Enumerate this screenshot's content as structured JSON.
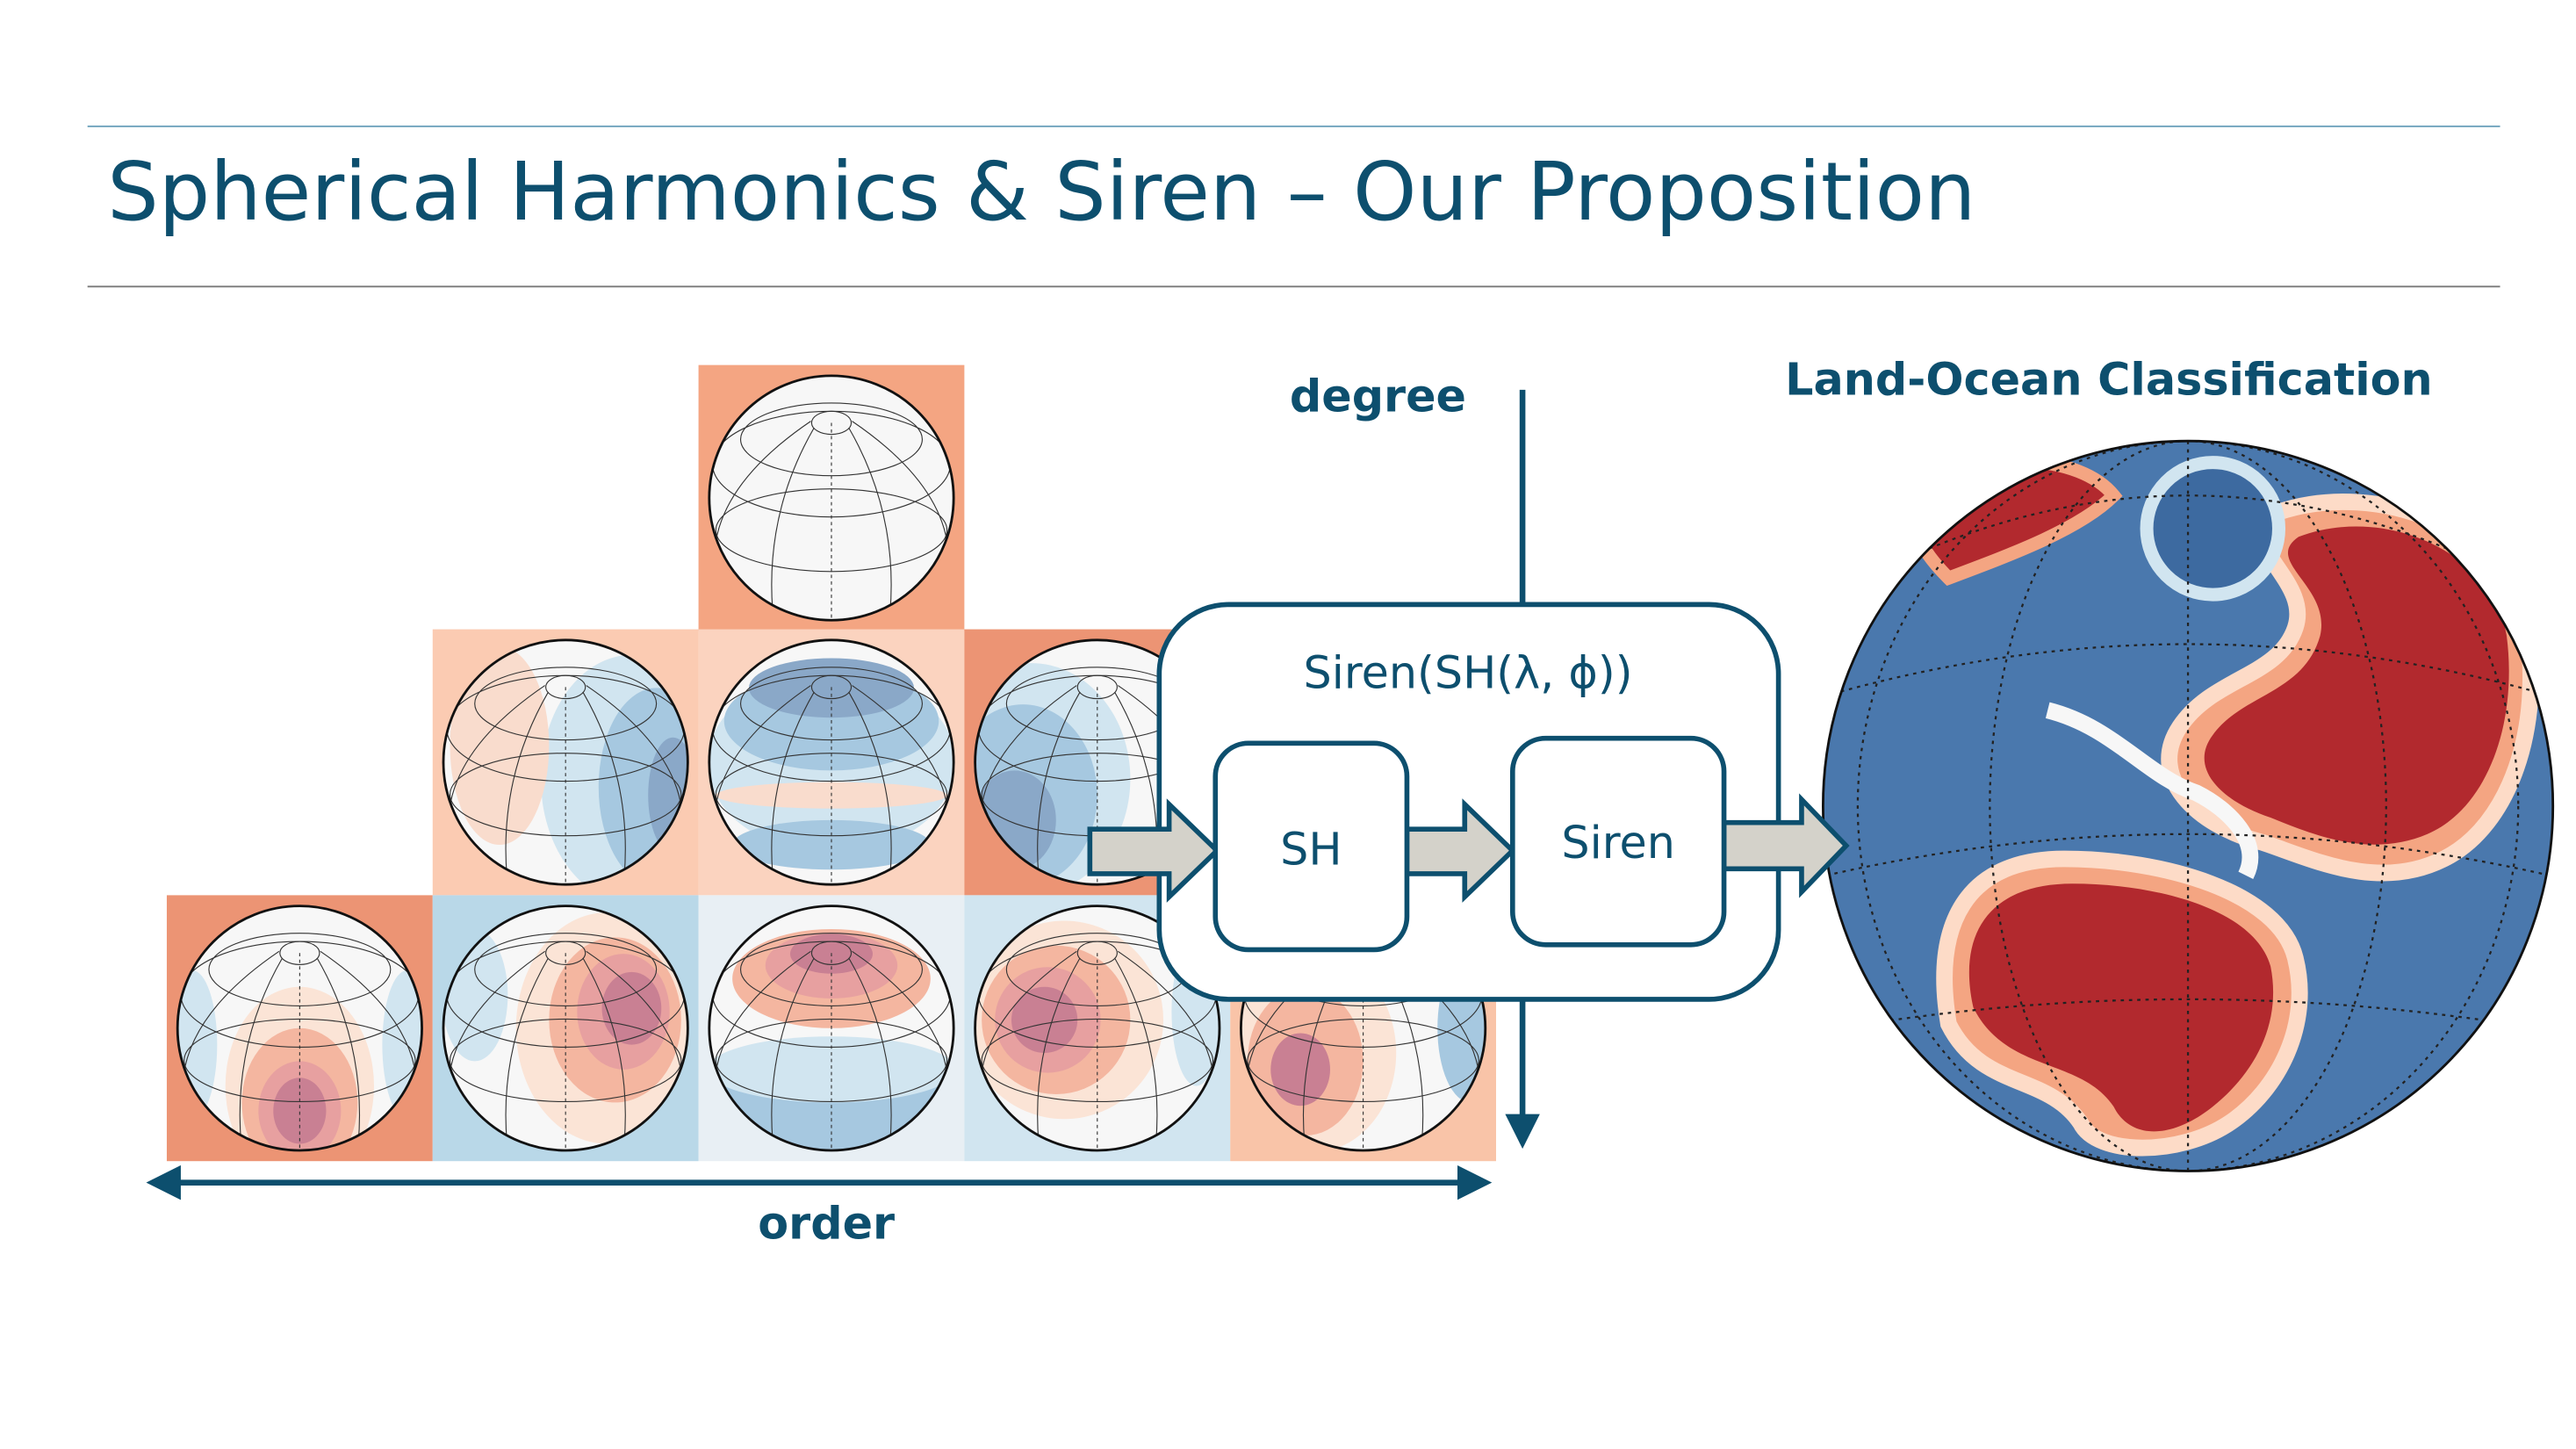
{
  "slide": {
    "title": "Spherical Harmonics & Siren – Our Proposition",
    "top_rule_color": "#6fa3bd",
    "bottom_rule_color": "#7a7a7a",
    "accent_color": "#0d4f6e"
  },
  "harmonics_grid": {
    "axis_degree_label": "degree",
    "axis_order_label": "order",
    "rows": [
      {
        "tiles": [
          {
            "bg": "#f4a582",
            "pattern": "uniform"
          }
        ]
      },
      {
        "tiles": [
          {
            "bg": "#fbcbb2",
            "pattern": "blue-right"
          },
          {
            "bg": "#fbd3bf",
            "pattern": "blue-bands"
          },
          {
            "bg": "#ec9474",
            "pattern": "blue-left"
          }
        ]
      },
      {
        "tiles": [
          {
            "bg": "#ec9474",
            "pattern": "red-low"
          },
          {
            "bg": "#b9d8e8",
            "pattern": "red-right"
          },
          {
            "bg": "#e8eff4",
            "pattern": "red-top"
          },
          {
            "bg": "#d1e5f0",
            "pattern": "red-left"
          },
          {
            "bg": "#f9c4a8",
            "pattern": "red-left-blue-right"
          }
        ]
      }
    ]
  },
  "model": {
    "outer_label": "Siren(SH(λ, ϕ))",
    "sh_label": "SH",
    "siren_label": "Siren",
    "arrow_fill": "#d4d2ca"
  },
  "output": {
    "title": "Land-Ocean Classification",
    "ocean_color": "#4a78ad",
    "land_color": "#b2292e"
  }
}
